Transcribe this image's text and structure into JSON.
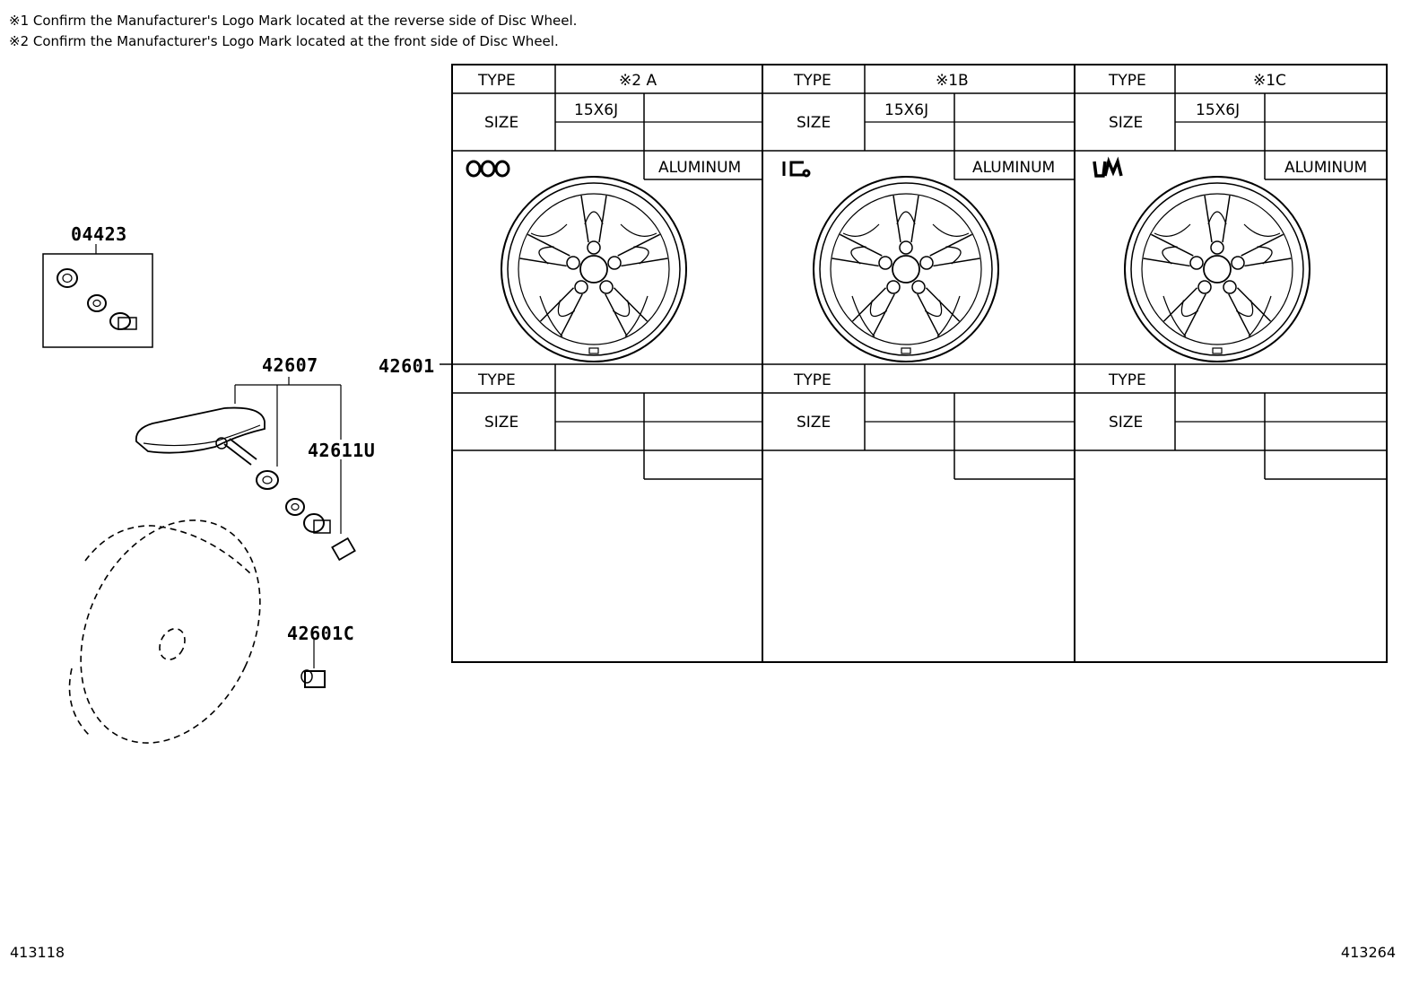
{
  "notes": [
    "※1 Confirm the Manufacturer's Logo Mark located at the reverse side of Disc Wheel.",
    "※2 Confirm the Manufacturer's Logo Mark located at the front side of Disc Wheel."
  ],
  "parts": {
    "valve_kit": "04423",
    "sensor_assy": "42607",
    "valve_core": "42611U",
    "wheel_nut": "42601C",
    "disc_wheel": "42601"
  },
  "table_labels": {
    "type": "TYPE",
    "size": "SIZE"
  },
  "wheels": [
    {
      "type": "※2 A",
      "size": "15X6J",
      "material": "ALUMINUM",
      "logo": "oval-ring-logo-icon"
    },
    {
      "type": "※1B",
      "size": "15X6J",
      "material": "ALUMINUM",
      "logo": "ic-logo-icon"
    },
    {
      "type": "※1C",
      "size": "15X6J",
      "material": "ALUMINUM",
      "logo": "um-logo-icon"
    }
  ],
  "footer": {
    "left": "413118",
    "right": "413264"
  }
}
